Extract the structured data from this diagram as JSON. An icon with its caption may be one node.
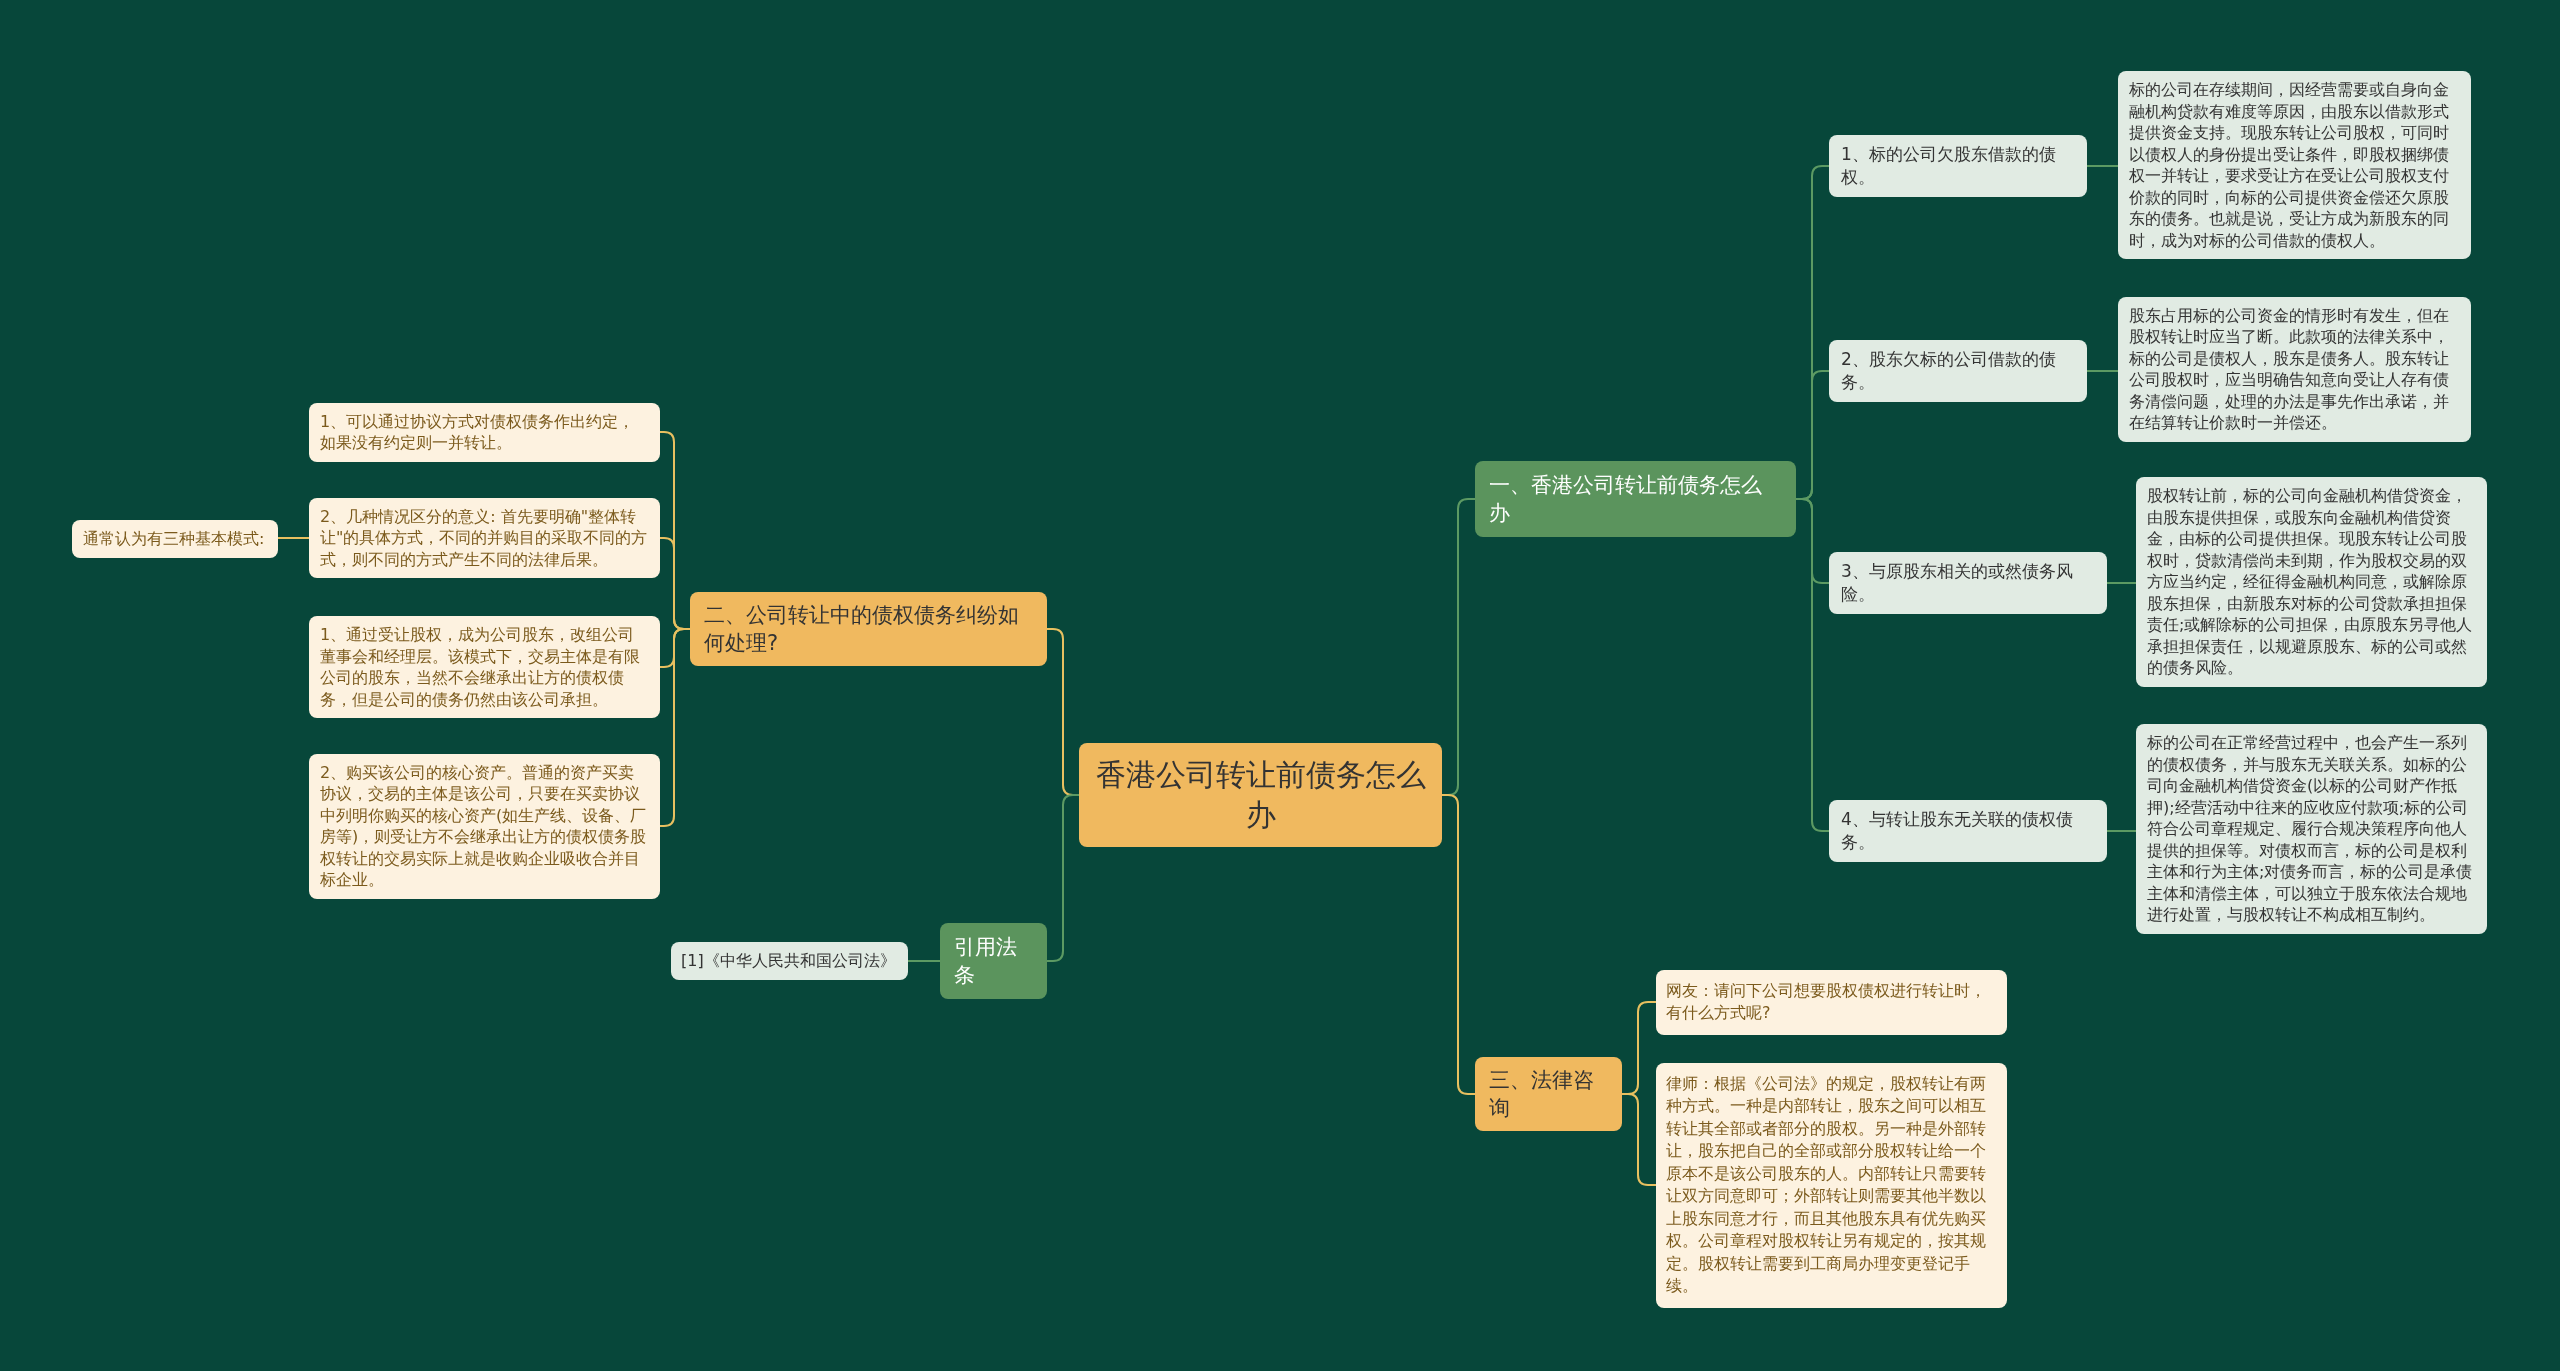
{
  "diagram": {
    "nodes": [
      {
        "text": [
          "香港公司转让前债务怎么办"
        ]
      },
      {
        "text": [
          "一、香港公司转让前债务怎么办"
        ]
      },
      {
        "text": [
          "1、标的公司欠股东借款的债权。"
        ]
      },
      {
        "text": [
          "标的公司在存续期间，因经营需要或自身向金融机构贷款有难度等原因，由股东以借款形式提供资金支持。现股东转让公司股权，可同时以债权人的身份提出受让条件，即股权捆绑债权一并转让，要求受让方在受让公司股权支付价款的同时，向标的公司提供资金偿还欠原股东的债务。也就是说，受让方成为新股东的同时，成为对标的公司借款的债权人。"
        ]
      },
      {
        "text": [
          "2、股东欠标的公司借款的债务。"
        ]
      },
      {
        "text": [
          "股东占用标的公司资金的情形时有发生，但在股权转让时应当了断。此款项的法律关系中，标的公司是债权人，股东是债务人。股东转让公司股权时，应当明确告知意向受让人存有债务清偿问题，处理的办法是事先作出承诺，并在结算转让价款时一并偿还。"
        ]
      },
      {
        "text": [
          "3、与原股东相关的或然债务风险。"
        ]
      },
      {
        "text": [
          "股权转让前，标的公司向金融机构借贷资金，由股东提供担保，或股东向金融机构借贷资金，由标的公司提供担保。现股东转让公司股权时，贷款清偿尚未到期，作为股权交易的双方应当约定，经征得金融机构同意，或解除原股东担保，由新股东对标的公司贷款承担担保责任;或解除标的公司担保，由原股东另寻他人承担担保责任，以规避原股东、标的公司或然的债务风险。"
        ]
      },
      {
        "text": [
          "4、与转让股东无关联的债权债务。"
        ]
      },
      {
        "text": [
          "标的公司在正常经营过程中，也会产生一系列的债权债务，并与股东无关联关系。如标的公司向金融机构借贷资金(以标的公司财产作抵押);经营活动中往来的应收应付款项;标的公司符合公司章程规定、履行合规决策程序向他人提供的担保等。对债权而言，标的公司是权利主体和行为主体;对债务而言，标的公司是承债主体和清偿主体，可以独立于股东依法合规地进行处置，与股权转让不构成相互制约。"
        ]
      },
      {
        "text": [
          "二、公司转让中的债权债务纠纷如何处理?"
        ]
      },
      {
        "text": [
          "1、可以通过协议方式对债权债务作出约定，如果没有约定则一并转让。"
        ]
      },
      {
        "text": [
          "通常认为有三种基本模式:"
        ]
      },
      {
        "text": [
          "2、几种情况区分的意义: 首先要明确\"整体转让\"的具体方式，不同的并购目的采取不同的方式，则不同的方式产生不同的法律后果。"
        ]
      },
      {
        "text": [
          "1、通过受让股权，成为公司股东，改组公司董事会和经理层。该模式下，交易主体是有限公司的股东，当然不会继承出让方的债权债务，但是公司的债务仍然由该公司承担。"
        ]
      },
      {
        "text": [
          "2、购买该公司的核心资产。普通的资产买卖协议，交易的主体是该公司，只要在买卖协议中列明你购买的核心资产(如生产线、设备、厂房等)，则受让方不会继承出让方的债权债务股权转让的交易实际上就是收购企业吸收合并目标企业。"
        ]
      },
      {
        "text": [
          "引用法条"
        ]
      },
      {
        "text": [
          "[1]《中华人民共和国公司法》"
        ]
      },
      {
        "text": [
          "三、法律咨询"
        ]
      },
      {
        "text": [
          "网友：请问下公司想要股权债权进行转让时，有什么方式呢?"
        ]
      },
      {
        "text": [
          "律师：根据《公司法》的规定，股权转让有两种方式。一种是内部转让，股东之间可以相互转让其全部或者部分的股权。另一种是外部转让，股东把自己的全部或部分股权转让给一个原本不是该公司股东的人。内部转让只需要转让双方同意即可；外部转让则需要其他半数以上股东同意才行，而且其他股东具有优先购买权。公司章程对股权转让另有规定的，按其规定。股权转让需要到工商局办理变更登记手续。"
        ]
      }
    ],
    "edges": [
      {
        "from": 0,
        "to": 1,
        "arrow": "none"
      },
      {
        "from": 1,
        "to": 2,
        "arrow": "none"
      },
      {
        "from": 2,
        "to": 3,
        "arrow": "none"
      },
      {
        "from": 1,
        "to": 4,
        "arrow": "none"
      },
      {
        "from": 4,
        "to": 5,
        "arrow": "none"
      },
      {
        "from": 1,
        "to": 6,
        "arrow": "none"
      },
      {
        "from": 6,
        "to": 7,
        "arrow": "none"
      },
      {
        "from": 1,
        "to": 8,
        "arrow": "none"
      },
      {
        "from": 8,
        "to": 9,
        "arrow": "none"
      },
      {
        "from": 0,
        "to": 10,
        "arrow": "none",
        "color": "#e8c060"
      },
      {
        "from": 10,
        "to": 11,
        "arrow": "none",
        "color": "#e8c060"
      },
      {
        "from": 10,
        "to": 13,
        "arrow": "none",
        "color": "#e8c060"
      },
      {
        "from": 13,
        "to": 12,
        "arrow": "none",
        "color": "#e8c060"
      },
      {
        "from": 10,
        "to": 14,
        "arrow": "none",
        "color": "#e8c060"
      },
      {
        "from": 10,
        "to": 15,
        "arrow": "none",
        "color": "#e8c060"
      },
      {
        "from": 0,
        "to": 16,
        "arrow": "none"
      },
      {
        "from": 16,
        "to": 17,
        "arrow": "none"
      },
      {
        "from": 0,
        "to": 18,
        "arrow": "none",
        "color": "#e8c060"
      },
      {
        "from": 18,
        "to": 19,
        "arrow": "none",
        "color": "#e8c060"
      },
      {
        "from": 18,
        "to": 20,
        "arrow": "none",
        "color": "#e8c060"
      }
    ]
  }
}
